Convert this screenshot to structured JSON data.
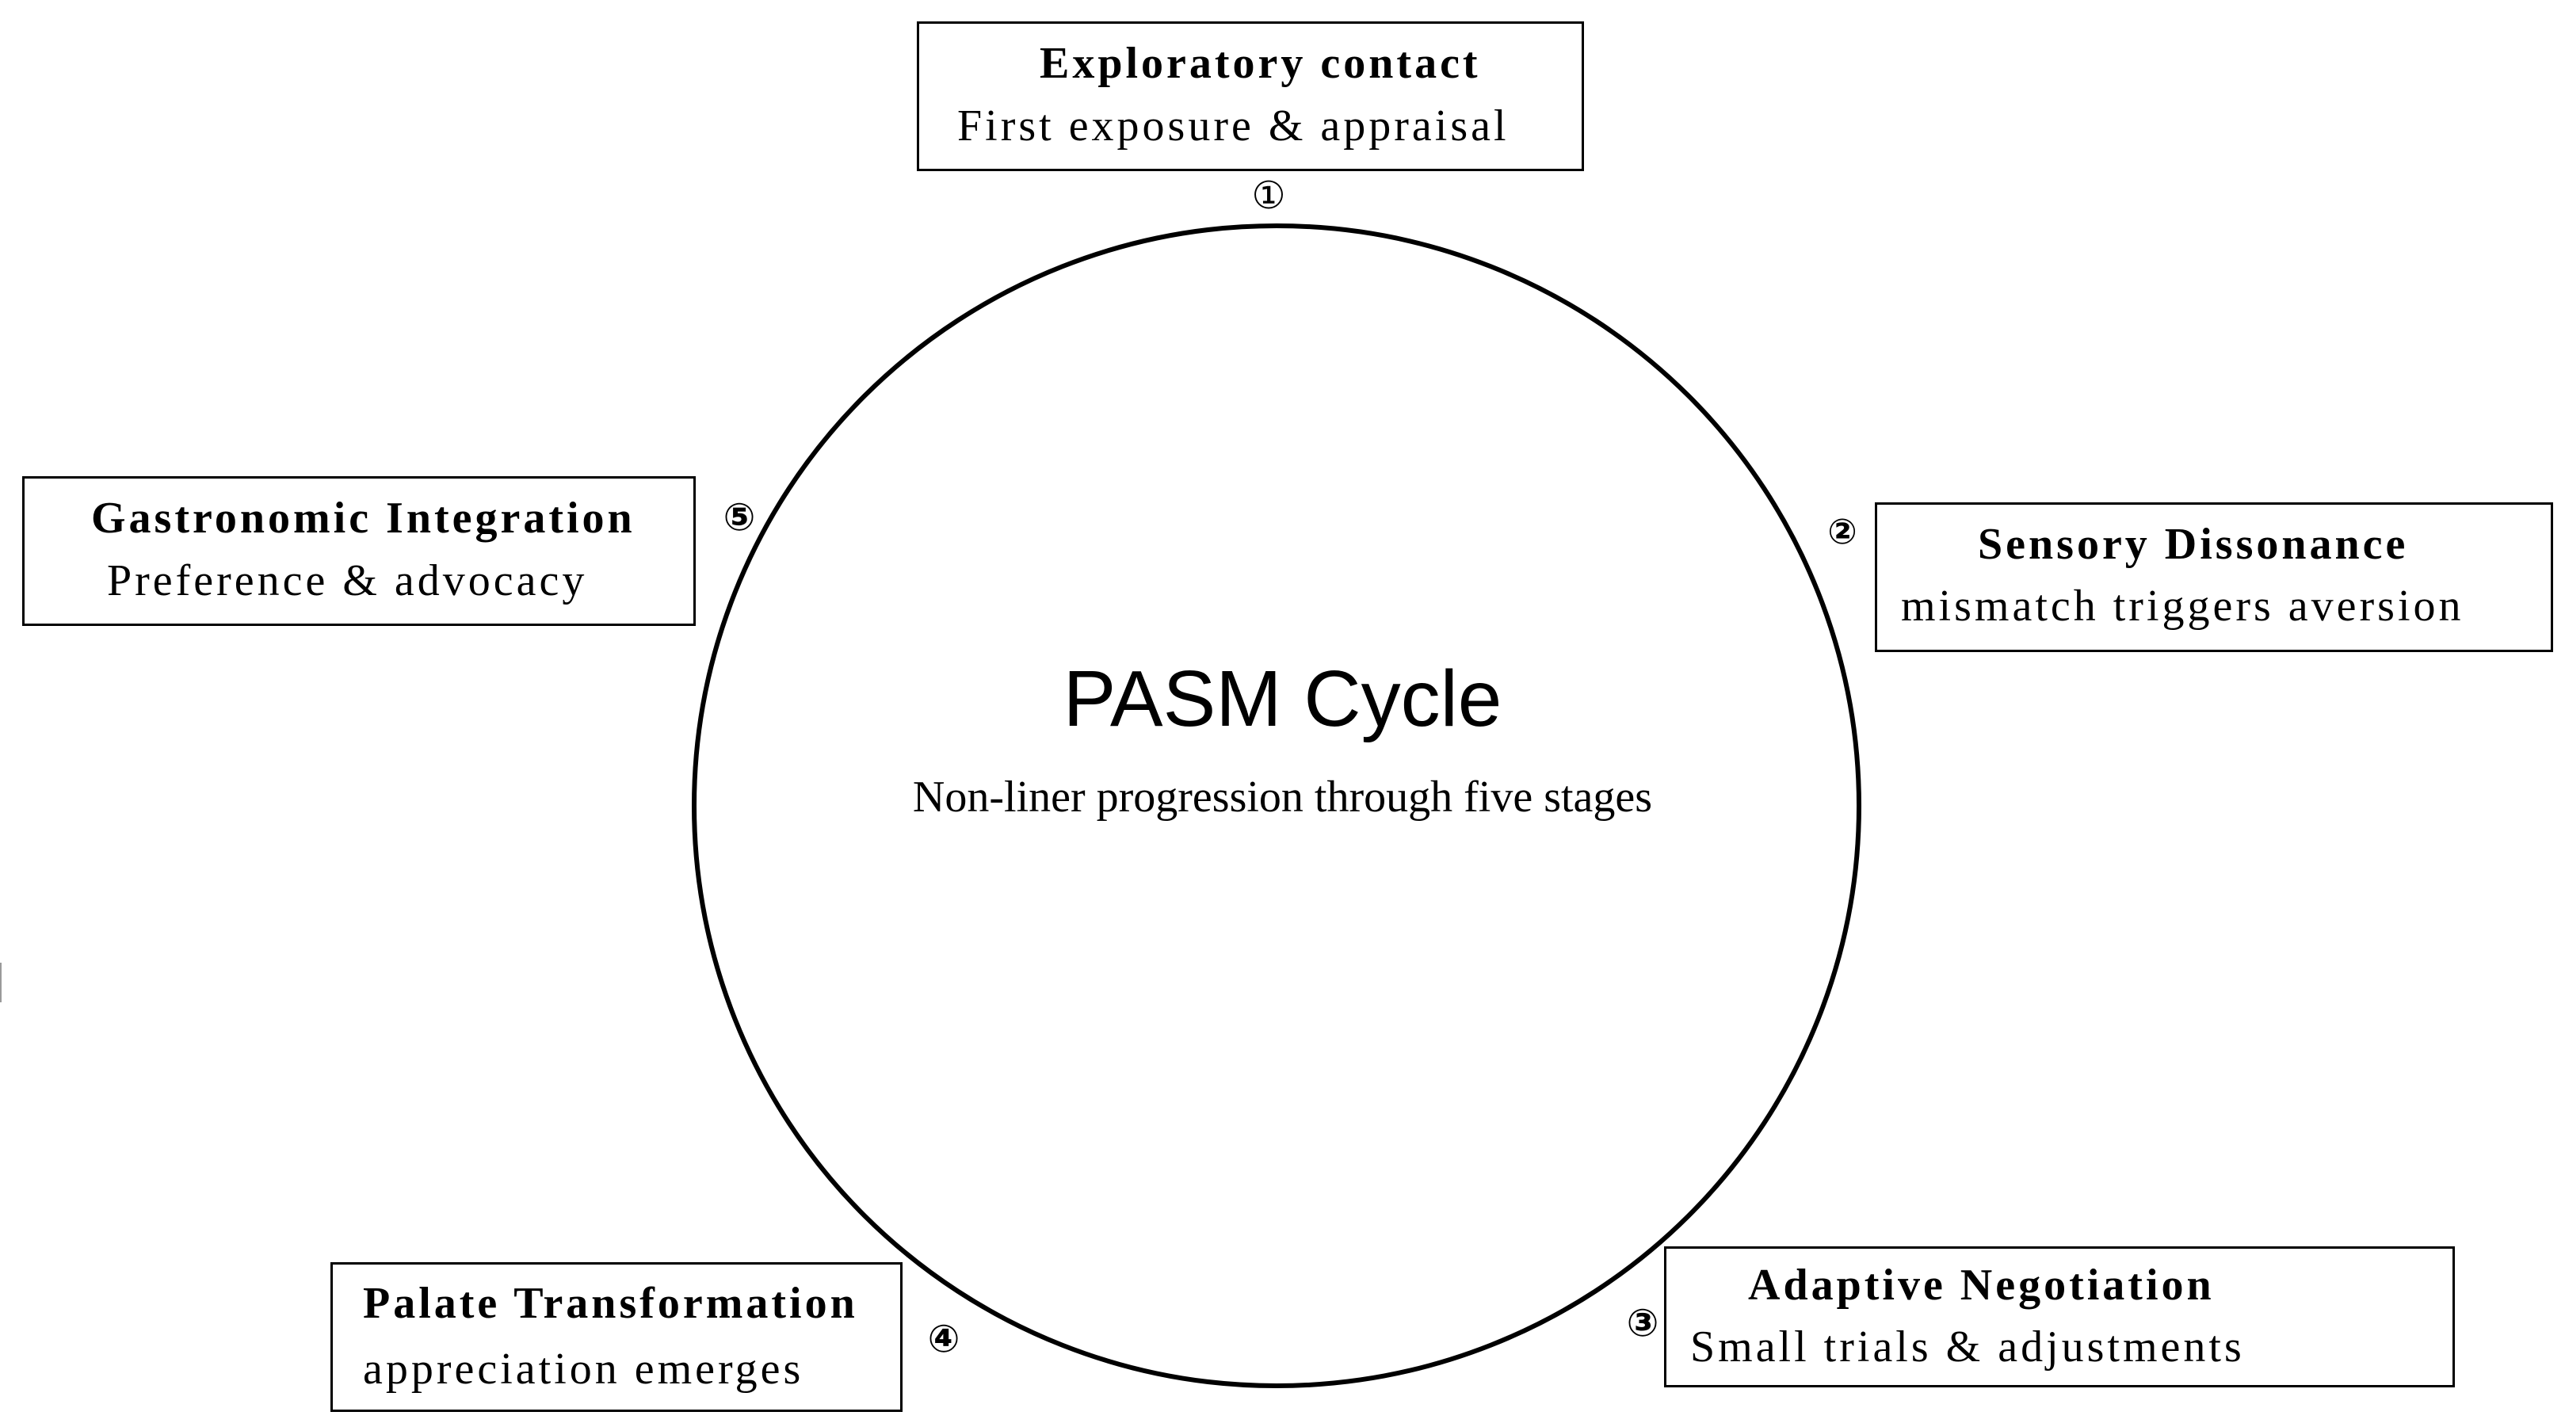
{
  "center": {
    "title": "PASM Cycle",
    "subtitle": "Non-liner progression through five stages"
  },
  "stages": [
    {
      "number": "①",
      "title": "Exploratory contact",
      "description": "First exposure & appraisal"
    },
    {
      "number": "②",
      "title": "Sensory Dissonance",
      "description": "mismatch triggers aversion"
    },
    {
      "number": "③",
      "title": "Adaptive Negotiation",
      "description": "Small trials & adjustments"
    },
    {
      "number": "④",
      "title": "Palate Transformation",
      "description": "appreciation emerges"
    },
    {
      "number": "⑤",
      "title": "Gastronomic Integration",
      "description": "Preference & advocacy"
    }
  ],
  "colors": {
    "line": "#000000",
    "background": "#ffffff"
  }
}
